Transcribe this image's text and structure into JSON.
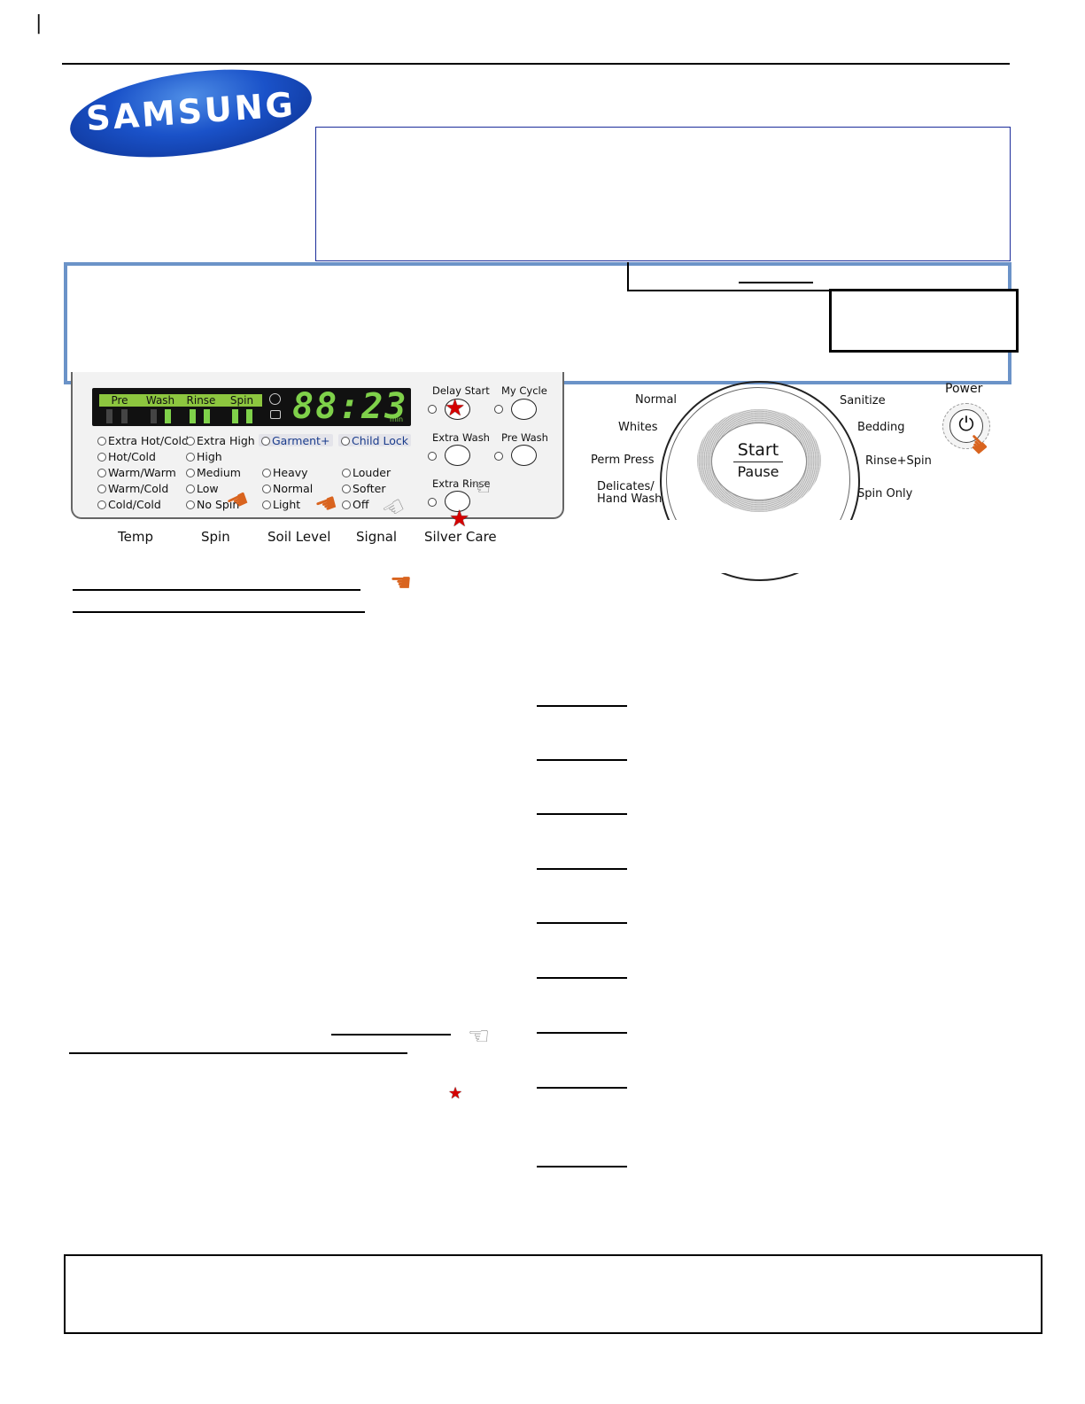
{
  "header": {
    "corner_mark": "|"
  },
  "logo": {
    "text": "SAMSUNG",
    "color": "#1a52c9"
  },
  "panel": {
    "stage_tabs": [
      "Pre",
      "Wash",
      "Rinse",
      "Spin"
    ],
    "display_time": "88:23",
    "display_unit": "min",
    "temp_options": [
      "Extra Hot/Cold",
      "Hot/Cold",
      "Warm/Warm",
      "Warm/Cold",
      "Cold/Cold"
    ],
    "spin_options": [
      "Extra High",
      "High",
      "Medium",
      "Low",
      "No Spin"
    ],
    "soil_options": [
      "Heavy",
      "Normal",
      "Light"
    ],
    "signal_options": [
      "Louder",
      "Softer",
      "Off"
    ],
    "garment_label": "Garment+",
    "child_lock_label": "Child Lock",
    "buttons": {
      "delay_start": "Delay Start",
      "my_cycle": "My Cycle",
      "extra_wash": "Extra Wash",
      "pre_wash": "Pre Wash",
      "extra_rinse": "Extra Rinse"
    },
    "column_labels": [
      "Temp",
      "Spin",
      "Soil Level",
      "Signal",
      "Silver Care"
    ],
    "accent_green": "#8dc63f"
  },
  "dial": {
    "start": "Start",
    "pause": "Pause",
    "cycles_left": [
      "Normal",
      "Whites",
      "Perm Press",
      "Delicates/",
      "Hand Wash"
    ],
    "cycles_right": [
      "Sanitize",
      "Bedding",
      "Rinse+Spin",
      "Spin Only"
    ]
  },
  "power": {
    "label": "Power",
    "symbol": "⏻"
  }
}
